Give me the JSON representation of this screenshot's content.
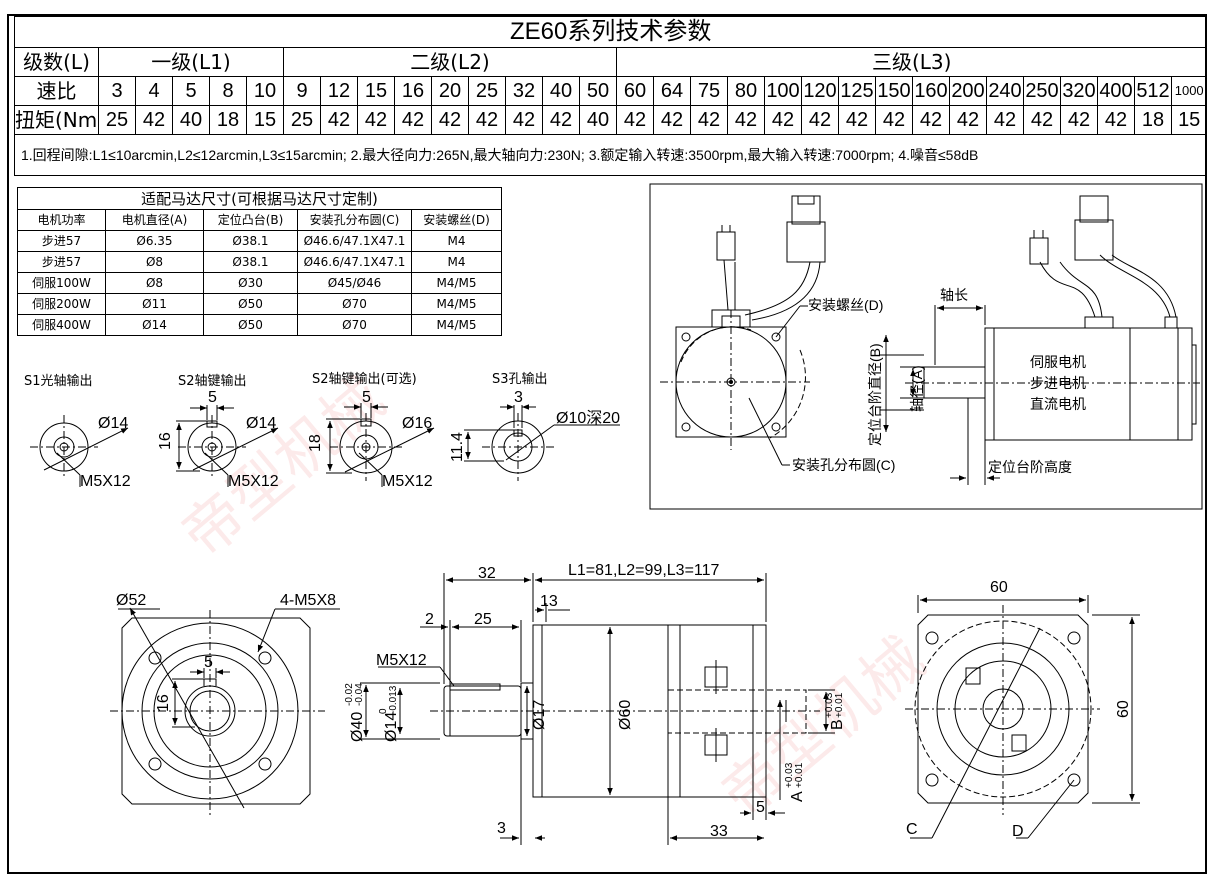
{
  "spec": {
    "title": "ZE60系列技术参数",
    "level_label": "级数(L)",
    "levels": [
      "一级(L1)",
      "二级(L2)",
      "三级(L3)"
    ],
    "ratio_label": "速比",
    "torque_label": "扭矩(Nm)",
    "ratios": [
      "3",
      "4",
      "5",
      "8",
      "10",
      "9",
      "12",
      "15",
      "16",
      "20",
      "25",
      "32",
      "40",
      "50",
      "60",
      "64",
      "75",
      "80",
      "100",
      "120",
      "125",
      "150",
      "160",
      "200",
      "240",
      "250",
      "320",
      "400",
      "512",
      "1000"
    ],
    "torques": [
      "25",
      "42",
      "40",
      "18",
      "15",
      "25",
      "42",
      "42",
      "42",
      "42",
      "42",
      "42",
      "42",
      "40",
      "42",
      "42",
      "42",
      "42",
      "42",
      "42",
      "42",
      "42",
      "42",
      "42",
      "42",
      "42",
      "42",
      "42",
      "18",
      "15"
    ],
    "note": "1.回程间隙:L1≤10arcmin,L2≤12arcmin,L3≤15arcmin; 2.最大径向力:265N,最大轴向力:230N; 3.额定输入转速:3500rpm,最大输入转速:7000rpm; 4.噪音≤58dB"
  },
  "motor_table": {
    "title": "适配马达尺寸(可根据马达尺寸定制)",
    "headers": [
      "电机功率",
      "电机直径(A)",
      "定位凸台(B)",
      "安装孔分布圆(C)",
      "安装螺丝(D)"
    ],
    "rows": [
      [
        "步进57",
        "Ø6.35",
        "Ø38.1",
        "Ø46.6/47.1X47.1",
        "M4"
      ],
      [
        "步进57",
        "Ø8",
        "Ø38.1",
        "Ø46.6/47.1X47.1",
        "M4"
      ],
      [
        "伺服100W",
        "Ø8",
        "Ø30",
        "Ø45/Ø46",
        "M4/M5"
      ],
      [
        "伺服200W",
        "Ø11",
        "Ø50",
        "Ø70",
        "M4/M5"
      ],
      [
        "伺服400W",
        "Ø14",
        "Ø50",
        "Ø70",
        "M4/M5"
      ]
    ]
  },
  "shafts": {
    "s1": {
      "title": "S1光轴输出",
      "dia": "Ø14",
      "screw": "M5X12"
    },
    "s2": {
      "title": "S2轴键输出",
      "key": "5",
      "height": "16",
      "dia": "Ø14",
      "screw": "M5X12"
    },
    "s2b": {
      "title": "S2轴键输出(可选)",
      "key": "5",
      "height": "18",
      "dia": "Ø16",
      "screw": "M5X12"
    },
    "s3": {
      "title": "S3孔输出",
      "key": "3",
      "height": "11.4",
      "dia": "Ø10深20"
    }
  },
  "motor_diagram": {
    "screw": "安装螺丝(D)",
    "hole_circle": "安装孔分布圆(C)",
    "shaft_len": "轴长",
    "shaft_dia": "轴径(A)",
    "boss_dia": "定位台阶直径(B)",
    "boss_height": "定位台阶高度",
    "types": [
      "伺服电机",
      "步进电机",
      "直流电机"
    ]
  },
  "front_view": {
    "dia": "Ø52",
    "holes": "4-M5X8",
    "key": "5",
    "height": "16"
  },
  "side_view": {
    "len_32": "32",
    "len_total": "L1=81,L2=99,L3=117",
    "len_13": "13",
    "len_2": "2",
    "len_25": "25",
    "screw": "M5X12",
    "d40": "Ø40",
    "d40_tol_up": "-0.02",
    "d40_tol_low": "-0.04",
    "d14": "Ø14",
    "d14_tol_up": "0",
    "d14_tol_low": "-0.013",
    "d17": "Ø17",
    "d60": "Ø60",
    "b": "B",
    "b_tol_up": "+0.03",
    "b_tol_low": "+0.01",
    "a": "A",
    "a_tol_up": "+0.03",
    "a_tol_low": "+0.01",
    "len_3": "3",
    "len_33": "33",
    "len_5": "5"
  },
  "rear_view": {
    "width": "60",
    "height": "60",
    "c": "C",
    "d": "D"
  },
  "watermark": "帝型机械"
}
